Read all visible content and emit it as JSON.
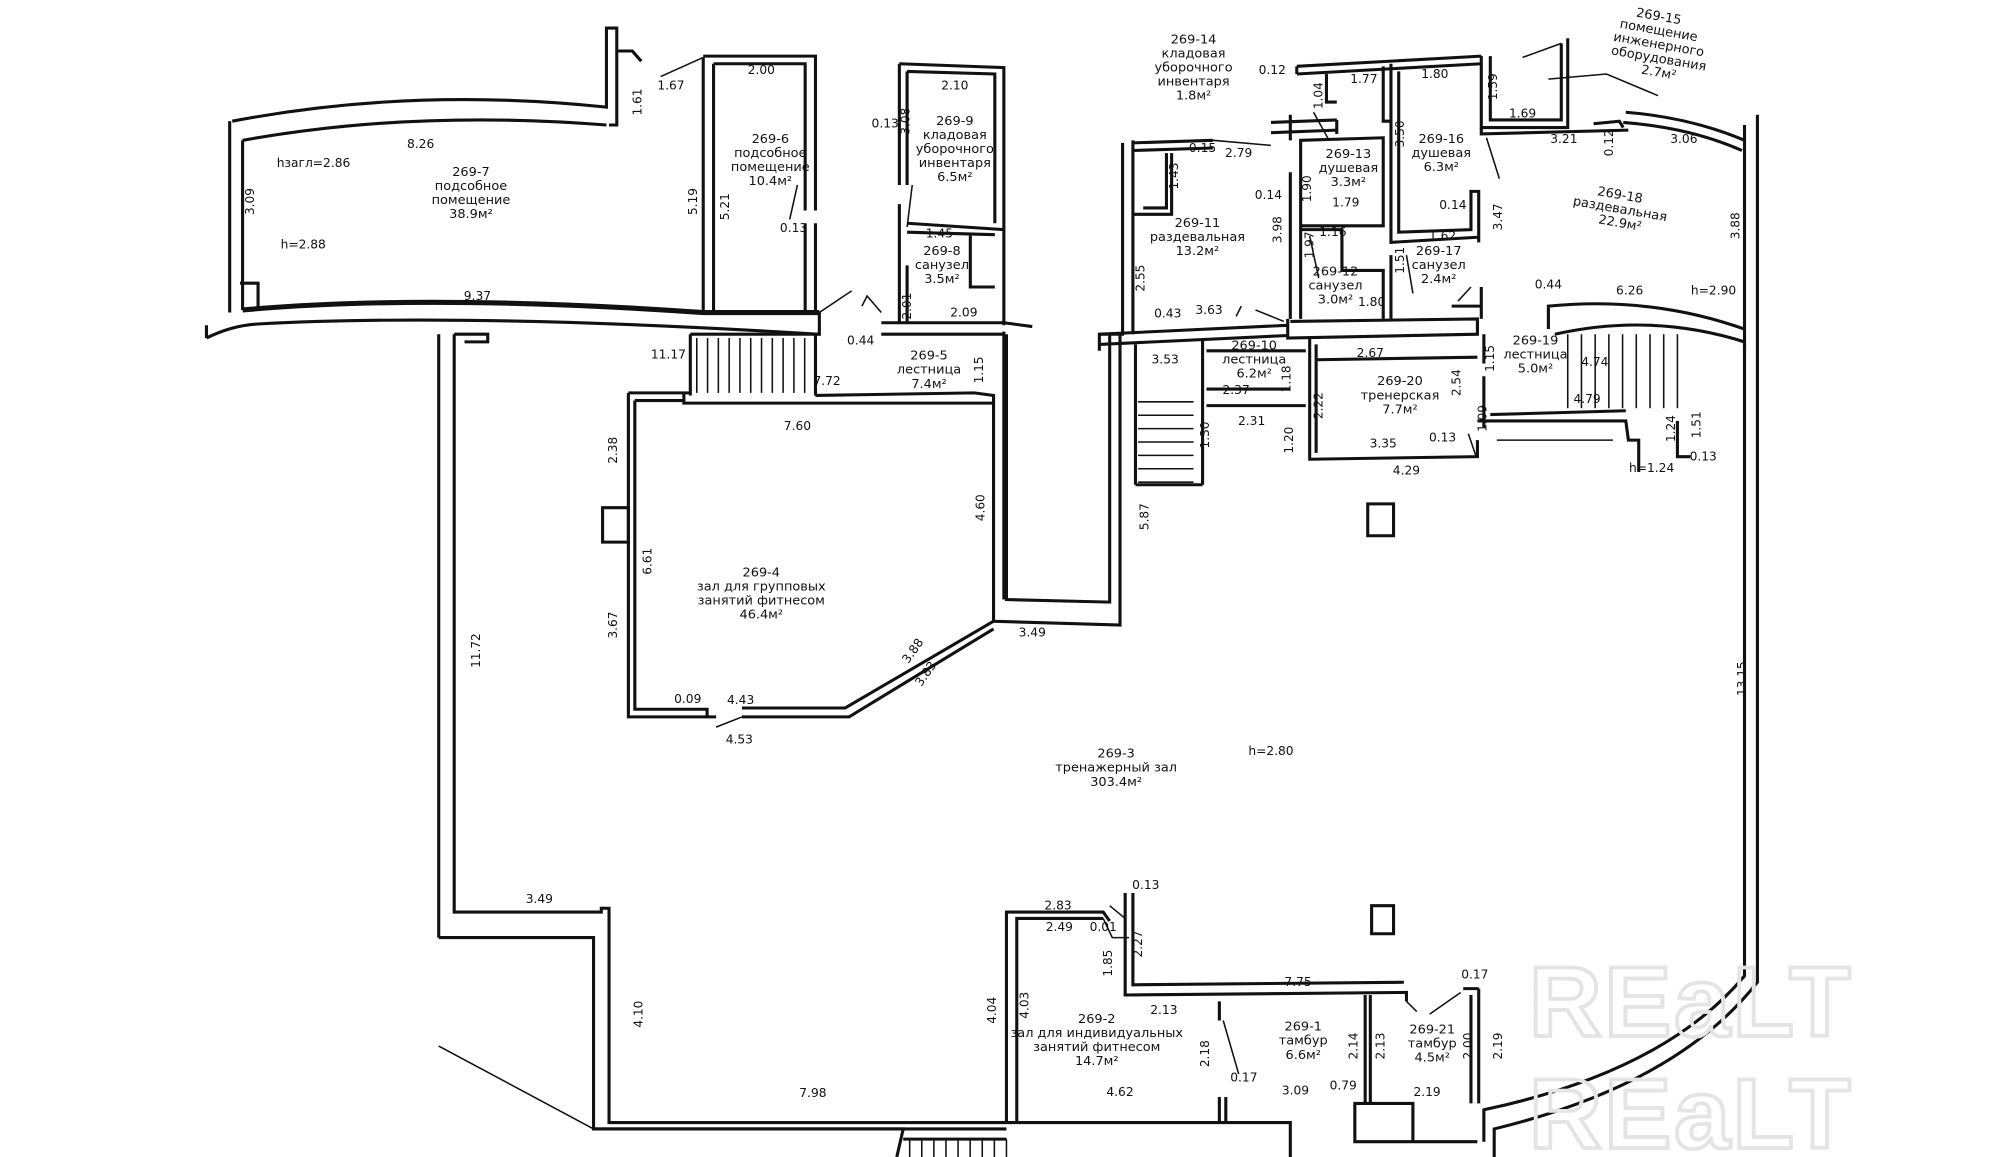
{
  "rooms": [
    {
      "id": "269-7",
      "lines": [
        "269-7",
        "подсобное",
        "помещение",
        "38.9м²"
      ]
    },
    {
      "id": "269-6",
      "lines": [
        "269-6",
        "подсобное",
        "помещение",
        "10.4м²"
      ]
    },
    {
      "id": "269-9",
      "lines": [
        "269-9",
        "кладовая",
        "уборочного",
        "инвентаря",
        "6.5м²"
      ]
    },
    {
      "id": "269-8",
      "lines": [
        "269-8",
        "санузел",
        "3.5м²"
      ]
    },
    {
      "id": "269-5",
      "lines": [
        "269-5",
        "лестница",
        "7.4м²"
      ]
    },
    {
      "id": "269-4",
      "lines": [
        "269-4",
        "зал для групповых",
        "занятий фитнесом",
        "46.4м²"
      ]
    },
    {
      "id": "269-3",
      "lines": [
        "269-3",
        "тренажерный зал",
        "303.4м²"
      ]
    },
    {
      "id": "269-2",
      "lines": [
        "269-2",
        "зал для индивидуальных",
        "занятий фитнесом",
        "14.7м²"
      ]
    },
    {
      "id": "269-1",
      "lines": [
        "269-1",
        "тамбур",
        "6.6м²"
      ]
    },
    {
      "id": "269-21",
      "lines": [
        "269-21",
        "тамбур",
        "4.5м²"
      ]
    },
    {
      "id": "269-11",
      "lines": [
        "269-11",
        "раздевальная",
        "13.2м²"
      ]
    },
    {
      "id": "269-10",
      "lines": [
        "269-10",
        "лестница",
        "6.2м²"
      ]
    },
    {
      "id": "269-12",
      "lines": [
        "269-12",
        "санузел",
        "3.0м²"
      ]
    },
    {
      "id": "269-13",
      "lines": [
        "269-13",
        "душевая",
        "3.3м²"
      ]
    },
    {
      "id": "269-16",
      "lines": [
        "269-16",
        "душевая",
        "6.3м²"
      ]
    },
    {
      "id": "269-17",
      "lines": [
        "269-17",
        "санузел",
        "2.4м²"
      ]
    },
    {
      "id": "269-14",
      "lines": [
        "269-14",
        "кладовая",
        "уборочного",
        "инвентаря",
        "1.8м²"
      ]
    },
    {
      "id": "269-15",
      "lines": [
        "269-15",
        "помещение",
        "инженерного",
        "оборудования",
        "2.7м²"
      ]
    },
    {
      "id": "269-18",
      "lines": [
        "269-18",
        "раздевальная",
        "22.9м²"
      ]
    },
    {
      "id": "269-19",
      "lines": [
        "269-19",
        "лестница",
        "5.0м²"
      ]
    },
    {
      "id": "269-20",
      "lines": [
        "269-20",
        "тренерская",
        "7.7м²"
      ]
    }
  ],
  "heights": [
    "hзагл=2.86",
    "h=2.88",
    "h=2.80",
    "h=2.90",
    "h=1.24"
  ],
  "dimensions": [
    "8.26",
    "9.37",
    "3.09",
    "1.61",
    "1.67",
    "2.00",
    "5.19",
    "5.21",
    "0.13",
    "2.10",
    "0.13",
    "3.08",
    "1.45",
    "2.01",
    "2.09",
    "0.44",
    "11.17",
    "7.72",
    "1.15",
    "7.60",
    "2.38",
    "4.60",
    "6.61",
    "3.67",
    "3.88",
    "3.83",
    "0.09",
    "4.43",
    "4.53",
    "3.49",
    "11.72",
    "3.49",
    "4.10",
    "7.98",
    "4.04",
    "4.03",
    "2.83",
    "2.49",
    "0.01",
    "0.13",
    "2.27",
    "1.85",
    "7.75",
    "2.13",
    "2.18",
    "0.17",
    "4.62",
    "3.09",
    "0.79",
    "2.14",
    "2.13",
    "2.00",
    "2.19",
    "0.17",
    "2.19",
    "13.15",
    "0.12",
    "1.77",
    "1.04",
    "1.80",
    "1.59",
    "1.69",
    "3.21",
    "0.12",
    "3.06",
    "0.15",
    "2.79",
    "1.43",
    "3.50",
    "1.90",
    "1.79",
    "0.14",
    "0.14",
    "3.47",
    "3.98",
    "1.97",
    "1.16",
    "1.51",
    "1.62",
    "3.88",
    "2.55",
    "0.43",
    "3.63",
    "1.80",
    "0.44",
    "6.26",
    "3.53",
    "2.67",
    "1.18",
    "2.37",
    "2.31",
    "2.22",
    "2.54",
    "1.15",
    "4.74",
    "4.79",
    "1.09",
    "1.30",
    "1.20",
    "3.35",
    "0.13",
    "1.24",
    "1.51",
    "0.13",
    "4.29",
    "5.87"
  ],
  "watermark": "REaLT"
}
